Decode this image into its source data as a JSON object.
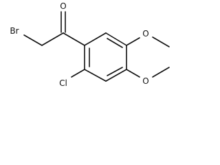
{
  "molecule": {
    "atoms": {
      "oxygen_carbonyl": "O",
      "bromine": "Br",
      "chlorine": "Cl",
      "oxygen_methoxy_1": "O",
      "oxygen_methoxy_2": "O"
    }
  }
}
